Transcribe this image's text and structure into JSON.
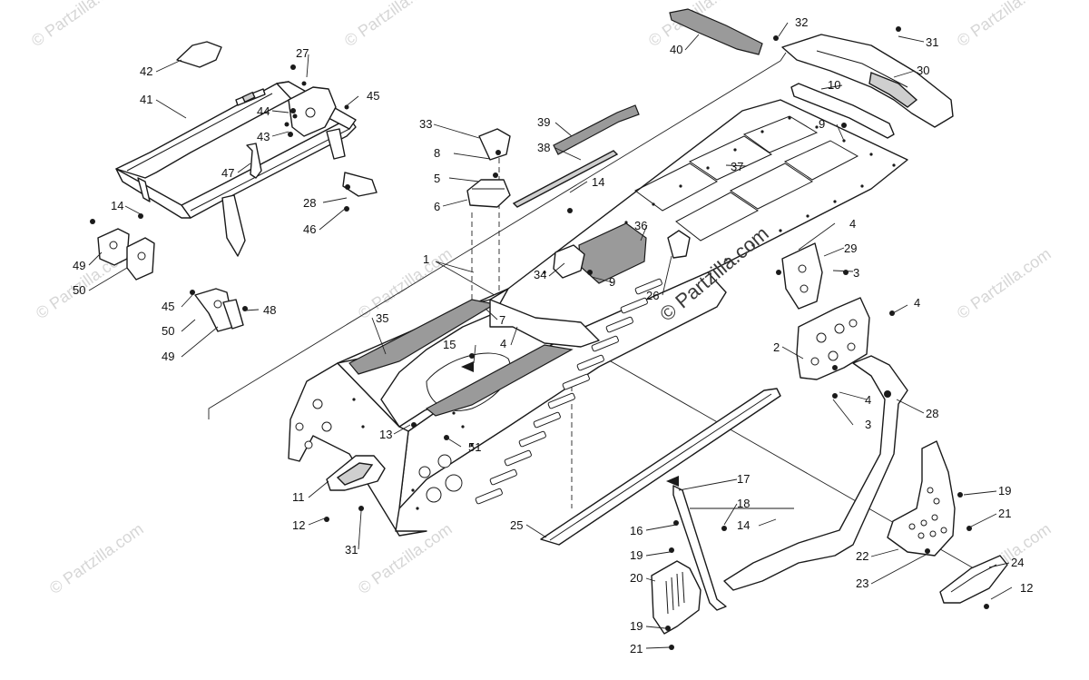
{
  "watermark": {
    "corner_text": "© Partzilla.com",
    "center_text": "© Partzilla.com"
  },
  "callouts": [
    "1",
    "2",
    "3",
    "3",
    "4",
    "4",
    "4",
    "4",
    "5",
    "6",
    "7",
    "8",
    "9",
    "9",
    "10",
    "11",
    "12",
    "12",
    "13",
    "14",
    "14",
    "14",
    "15",
    "16",
    "17",
    "18",
    "19",
    "19",
    "19",
    "20",
    "21",
    "21",
    "22",
    "23",
    "24",
    "25",
    "26",
    "27",
    "28",
    "28",
    "29",
    "30",
    "31",
    "31",
    "32",
    "33",
    "34",
    "35",
    "36",
    "37",
    "38",
    "39",
    "40",
    "41",
    "42",
    "43",
    "44",
    "45",
    "45",
    "46",
    "47",
    "48",
    "49",
    "49",
    "50",
    "50",
    "51"
  ]
}
